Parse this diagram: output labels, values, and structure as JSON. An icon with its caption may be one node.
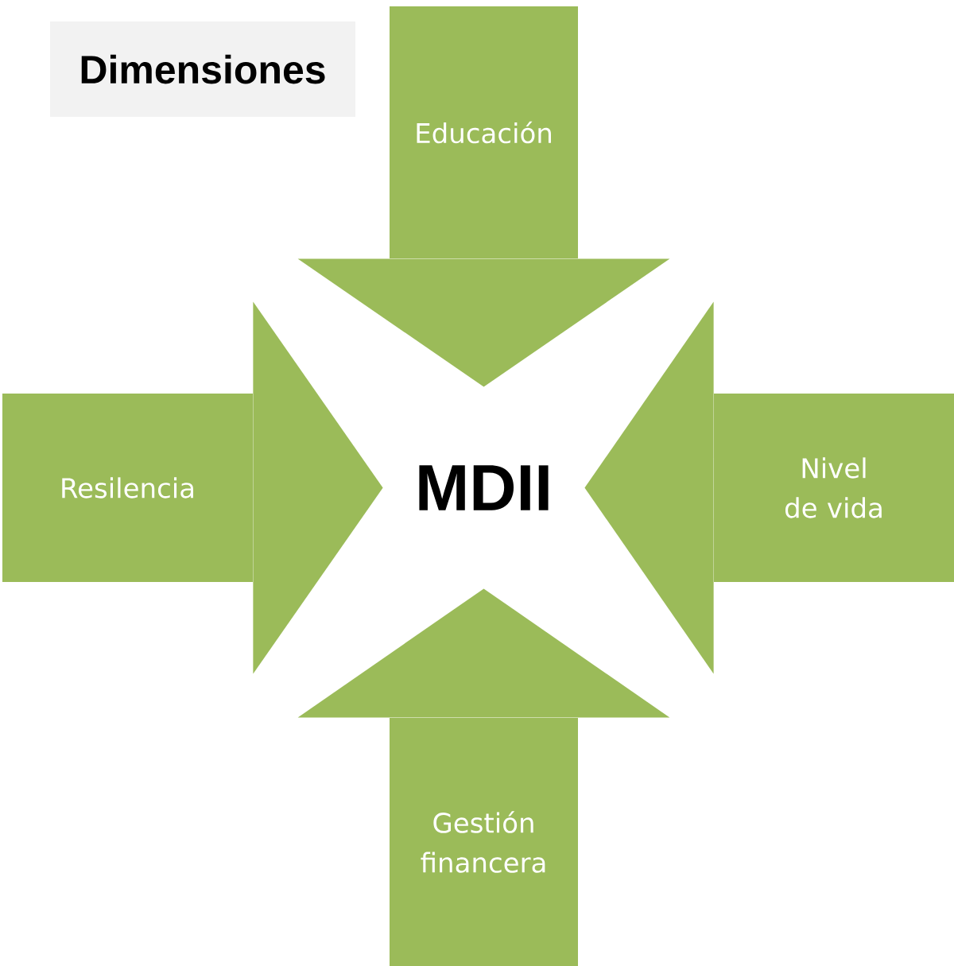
{
  "diagram": {
    "title": "Dimensiones",
    "nodes": [
      {
        "text": [
          "Educación"
        ]
      },
      {
        "text": [
          "Resilencia"
        ]
      },
      {
        "text": [
          "MDII"
        ]
      },
      {
        "text": [
          "Nivel de vida"
        ]
      },
      {
        "text": [
          "Gestión financera"
        ]
      }
    ],
    "edges": [
      {
        "from": 0,
        "to": 2,
        "arrow": "to"
      },
      {
        "from": 1,
        "to": 2,
        "arrow": "to"
      },
      {
        "from": 3,
        "to": 2,
        "arrow": "to"
      },
      {
        "from": 4,
        "to": 2,
        "arrow": "to"
      }
    ]
  }
}
